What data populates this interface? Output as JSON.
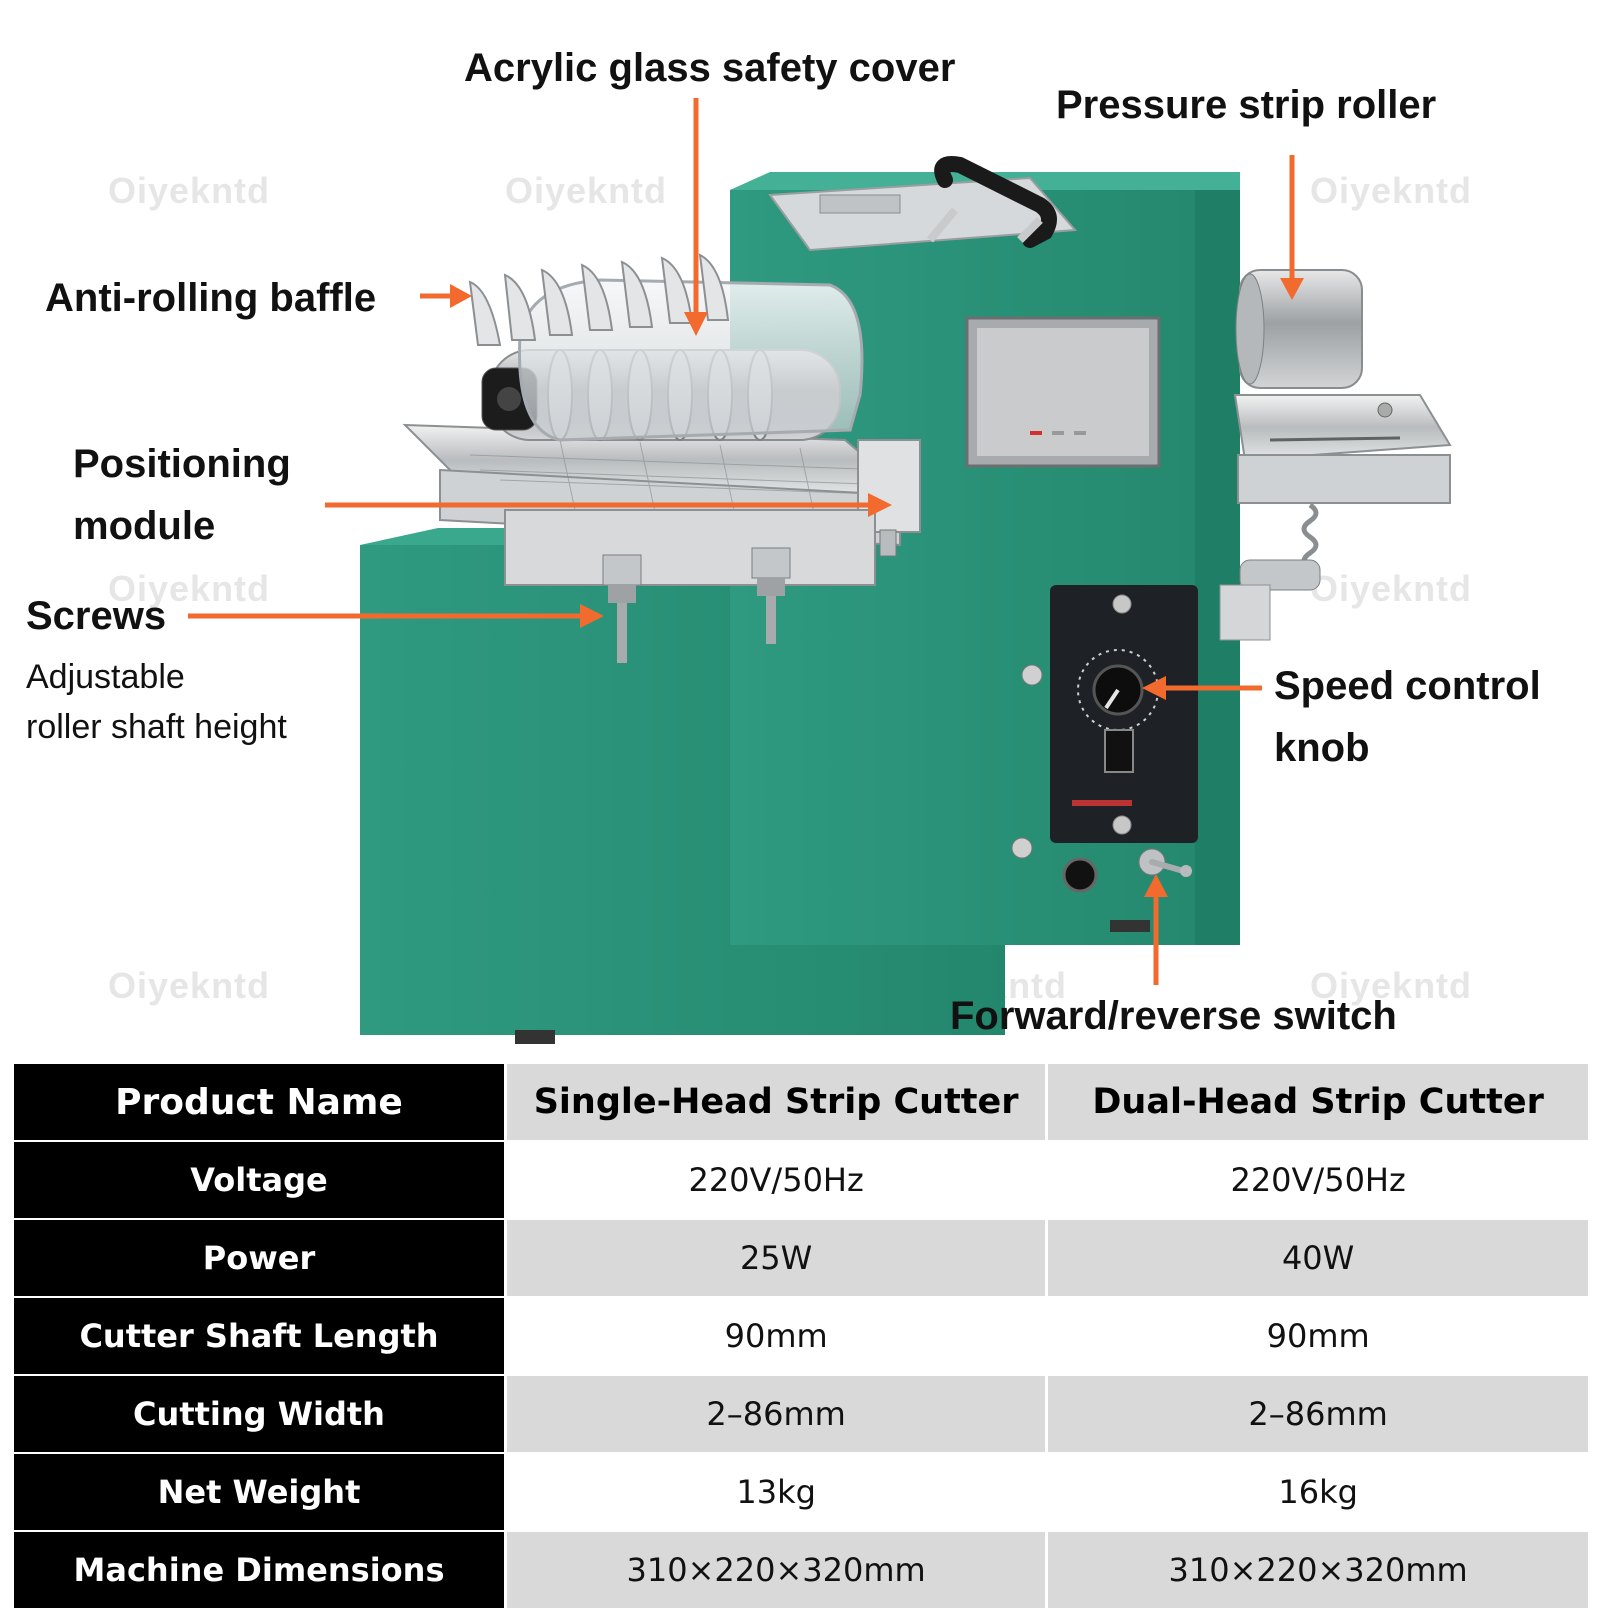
{
  "watermark": "Oiyekntd",
  "callouts": {
    "acrylic_cover": "Acrylic glass safety cover",
    "pressure_roller": "Pressure strip roller",
    "anti_rolling": "Anti-rolling baffle",
    "positioning_line1": "Positioning",
    "positioning_line2": "module",
    "screws": "Screws",
    "screws_sub1": "Adjustable",
    "screws_sub2": "roller shaft height",
    "speed_line1": "Speed control",
    "speed_line2": "knob",
    "forward_reverse": "Forward/reverse switch"
  },
  "colors": {
    "machine_green": "#2a9076",
    "arrow_orange": "#f26a2e",
    "table_header_bg": "#000000",
    "table_alt_row": "#d9d9d9"
  },
  "table": {
    "header": {
      "label": "Product Name",
      "col1": "Single-Head Strip Cutter",
      "col2": "Dual-Head Strip Cutter"
    },
    "rows": [
      {
        "label": "Voltage",
        "single": "220V/50Hz",
        "dual": "220V/50Hz"
      },
      {
        "label": "Power",
        "single": "25W",
        "dual": "40W"
      },
      {
        "label": "Cutter Shaft Length",
        "single": "90mm",
        "dual": "90mm"
      },
      {
        "label": "Cutting Width",
        "single": "2–86mm",
        "dual": "2–86mm"
      },
      {
        "label": "Net Weight",
        "single": "13kg",
        "dual": "16kg"
      },
      {
        "label": "Machine Dimensions",
        "single": "310×220×320mm",
        "dual": "310×220×320mm"
      }
    ]
  }
}
